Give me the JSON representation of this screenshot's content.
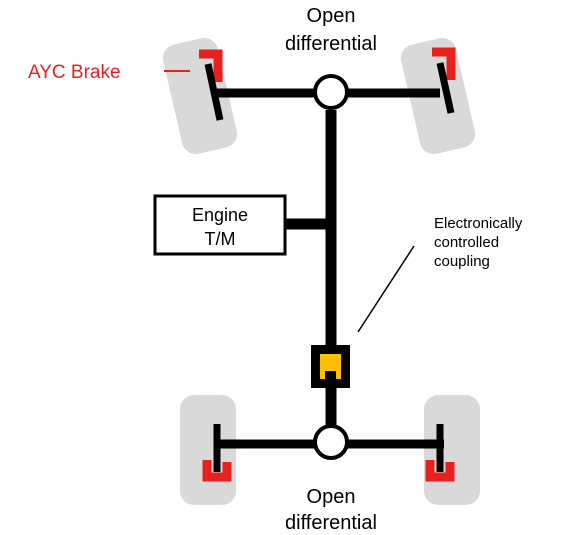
{
  "labels": {
    "front_diff_line1": "Open",
    "front_diff_line2": "differential",
    "rear_diff_line1": "Open",
    "rear_diff_line2": "differential",
    "ayc_brake": "AYC Brake",
    "engine_line1": "Engine",
    "engine_line2": "T/M",
    "coupling_line1": "Electronically",
    "coupling_line2": "controlled",
    "coupling_line3": "coupling"
  },
  "colors": {
    "shaft": "#000000",
    "wheel": "#d9d9d9",
    "brake": "#e8201e",
    "ayc_label": "#e8201e",
    "coupling": "#ffc000",
    "box_fill": "#ffffff"
  }
}
